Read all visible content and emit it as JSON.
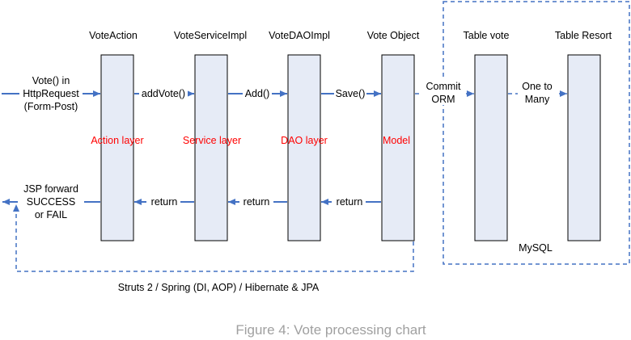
{
  "columns": [
    {
      "title": "VoteAction",
      "layer": "Action layer"
    },
    {
      "title": "VoteServiceImpl",
      "layer": "Service layer"
    },
    {
      "title": "VoteDAOImpl",
      "layer": "DAO layer"
    },
    {
      "title": "Vote Object",
      "layer": "Model"
    },
    {
      "title": "Table vote",
      "layer": ""
    },
    {
      "title": "Table Resort",
      "layer": ""
    }
  ],
  "request": {
    "line1": "Vote() in",
    "line2": "HttpRequest",
    "line3": "(Form-Post)"
  },
  "calls": {
    "add_vote": "addVote()",
    "add": "Add()",
    "save": "Save()"
  },
  "commit": {
    "line1": "Commit",
    "line2": "ORM"
  },
  "relation": {
    "line1": "One to",
    "line2": "Many"
  },
  "returns": {
    "label": "return"
  },
  "response": {
    "line1": "JSP forward",
    "line2": "SUCCESS",
    "line3": "or FAIL"
  },
  "database": {
    "label": "MySQL"
  },
  "stack": {
    "label": "Struts 2 / Spring (DI, AOP) / Hibernate & JPA"
  },
  "caption": "Figure 4: Vote processing chart",
  "colors": {
    "arrow": "#4472c4",
    "column_fill": "#e6ebf6",
    "layer_text": "#ff0000",
    "caption": "#a0a0a0"
  }
}
